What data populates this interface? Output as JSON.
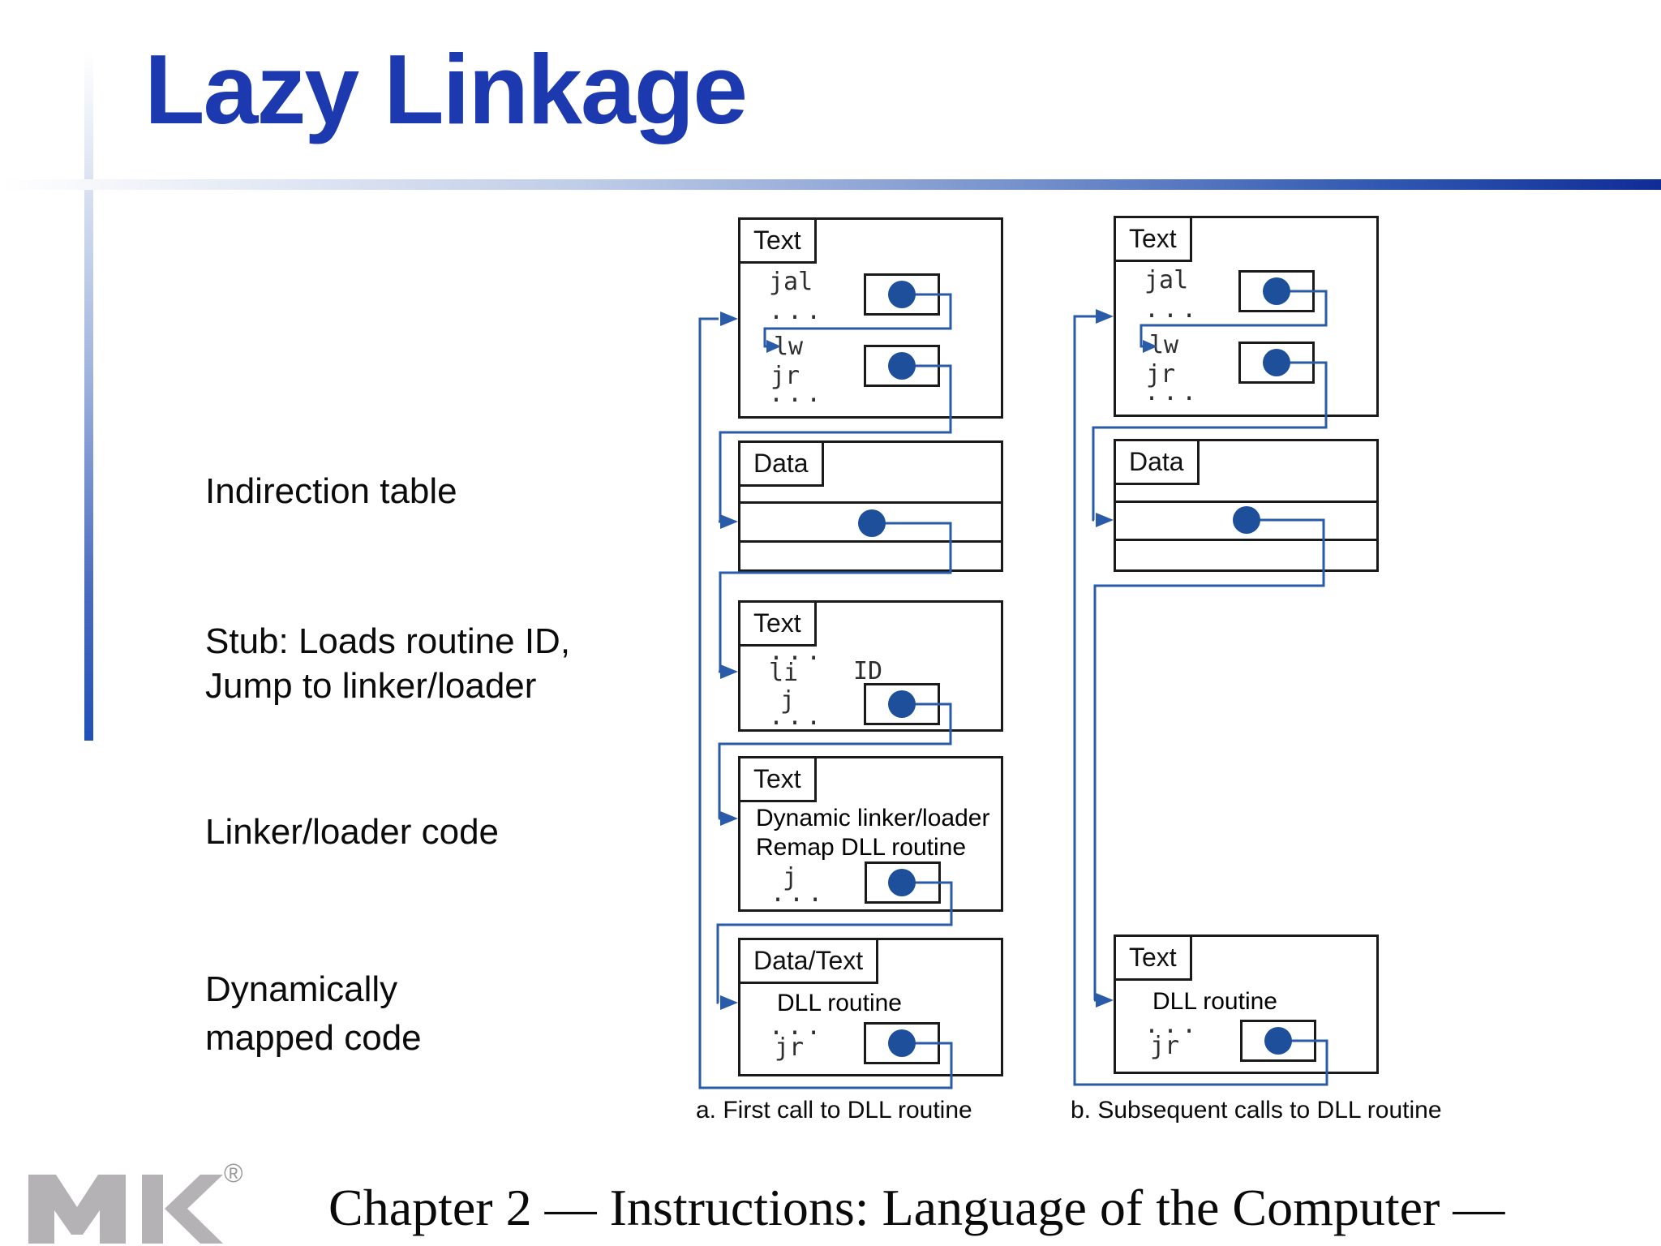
{
  "slide": {
    "title": "Lazy Linkage",
    "footer": "Chapter 2 — Instructions: Language of the Computer —",
    "logo_registered": "®"
  },
  "labels": {
    "indirection": "Indirection table",
    "stub_line1": "Stub: Loads routine ID,",
    "stub_line2": "Jump to linker/loader",
    "linker": "Linker/loader code",
    "dynamic_line1": "Dynamically",
    "dynamic_line2": "mapped code"
  },
  "diagram": {
    "a": {
      "caption": "a. First call to DLL routine",
      "text1": {
        "tab": "Text",
        "jal": "jal",
        "dots1": "...",
        "lw": "lw",
        "jr": "jr",
        "dots2": "..."
      },
      "data": {
        "tab": "Data"
      },
      "stub": {
        "tab": "Text",
        "dots1": "...",
        "li": "li",
        "id": "ID",
        "j": "j",
        "dots2": "..."
      },
      "linker": {
        "tab": "Text",
        "line1": "Dynamic linker/loader",
        "line2": "Remap DLL routine",
        "j": "j",
        "dots": "..."
      },
      "dll": {
        "tab": "Data/Text",
        "line1": "DLL routine",
        "dots": "...",
        "jr": "jr"
      }
    },
    "b": {
      "caption": "b. Subsequent calls to DLL routine",
      "text1": {
        "tab": "Text",
        "jal": "jal",
        "dots1": "...",
        "lw": "lw",
        "jr": "jr",
        "dots2": "..."
      },
      "data": {
        "tab": "Data"
      },
      "dll": {
        "tab": "Text",
        "line1": "DLL routine",
        "dots": "...",
        "jr": "jr"
      }
    }
  },
  "colors": {
    "title_blue": "#1c39b0",
    "connector_blue": "#2a5ba8",
    "bullet_blue": "#1d4f9b",
    "rule_navy": "#102c96",
    "logo_gray": "#b4b2b5"
  }
}
